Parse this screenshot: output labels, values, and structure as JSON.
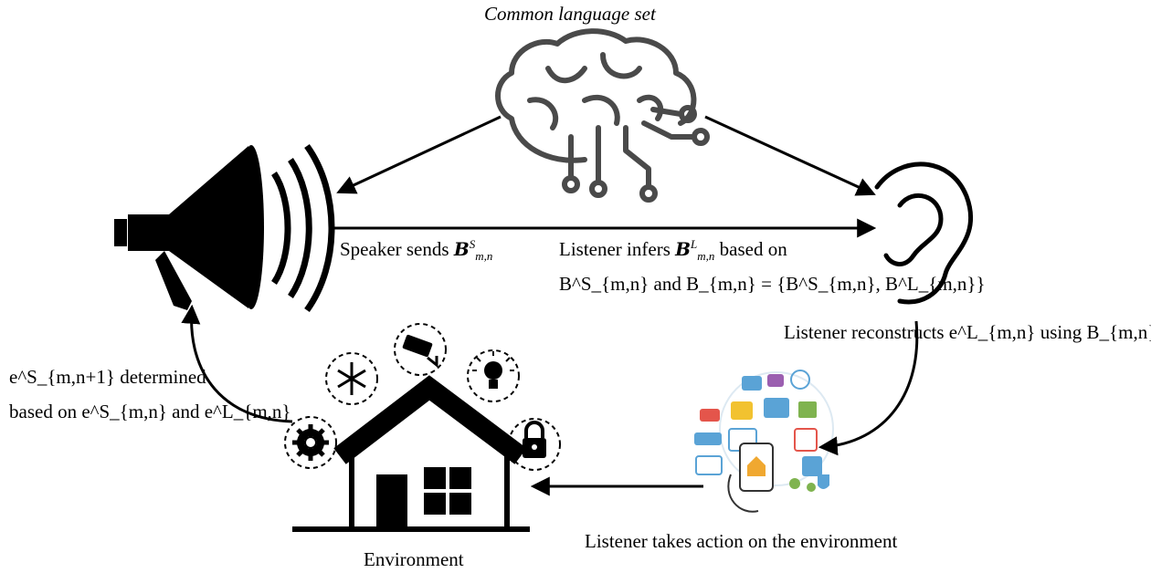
{
  "title": "Common language set",
  "labels": {
    "speaker": {
      "pre": "Speaker sends ",
      "sym": "B",
      "sup": "S",
      "sub": "m,n"
    },
    "infer_line1": {
      "pre": "Listener infers ",
      "sym": "B",
      "sup": "L",
      "sub": "m,n",
      "post": " based on"
    },
    "infer_line2": "B^S_{m,n} and B_{m,n} = {B^S_{m,n}, B^L_{m,n}}",
    "reconstruct": "Listener reconstructs e^L_{m,n} using B_{m,n}",
    "determined_line1": "e^S_{m,n+1} determined",
    "determined_line2": "based on e^S_{m,n} and e^L_{m,n}",
    "action": "Listener takes action on the environment",
    "environment": "Environment"
  },
  "icons": [
    "brain-circuit-icon",
    "megaphone-icon",
    "ear-icon",
    "iot-devices-icon",
    "house-icon",
    "gear-icon",
    "snowflake-icon",
    "camera-icon",
    "lightbulb-icon",
    "lock-icon"
  ],
  "colors": {
    "ink": "#000000",
    "brain": "#4a4a4a",
    "iot_blue": "#5aa3d6",
    "iot_yellow": "#f2c230",
    "iot_red": "#e4554b"
  }
}
